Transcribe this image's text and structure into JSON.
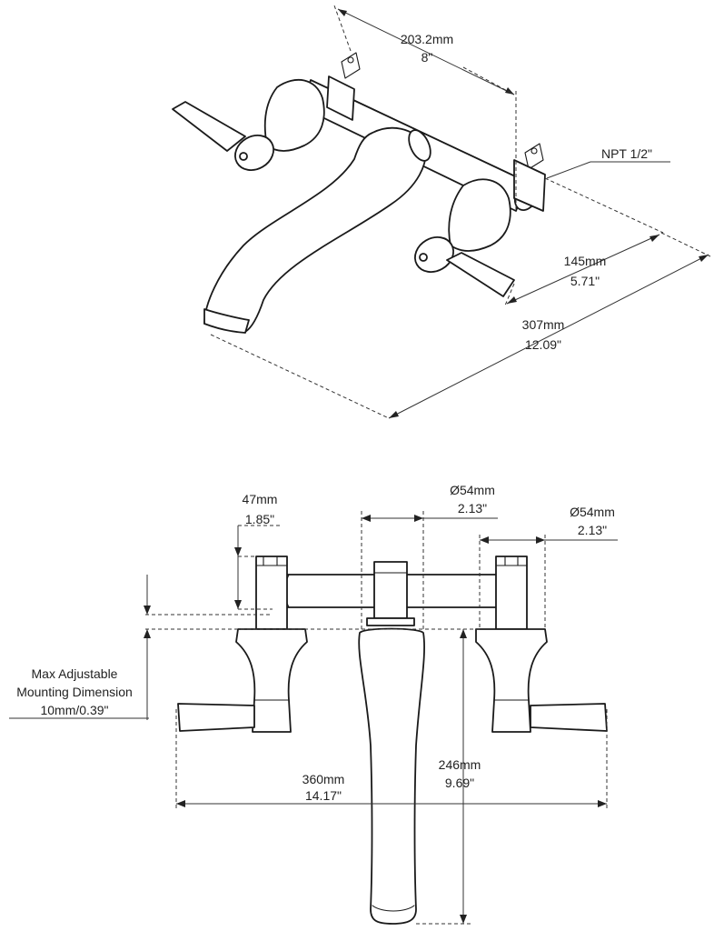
{
  "top_view": {
    "center_width": {
      "mm": "203.2mm",
      "in": "8\""
    },
    "thread": {
      "label": "NPT 1/2\""
    },
    "depth": {
      "mm": "145mm",
      "in": "5.71\""
    },
    "overall_length": {
      "mm": "307mm",
      "in": "12.09\""
    }
  },
  "front_view": {
    "handle_height": {
      "mm": "47mm",
      "in": "1.85\""
    },
    "spout_diameter": {
      "mm": "Ø54mm",
      "in": "2.13\""
    },
    "handle_diameter": {
      "mm": "Ø54mm",
      "in": "2.13\""
    },
    "mounting": {
      "line1": "Max Adjustable",
      "line2": "Mounting Dimension",
      "line3": "10mm/0.39\""
    },
    "overall_width": {
      "mm": "360mm",
      "in": "14.17\""
    },
    "spout_height": {
      "mm": "246mm",
      "in": "9.69\""
    }
  }
}
